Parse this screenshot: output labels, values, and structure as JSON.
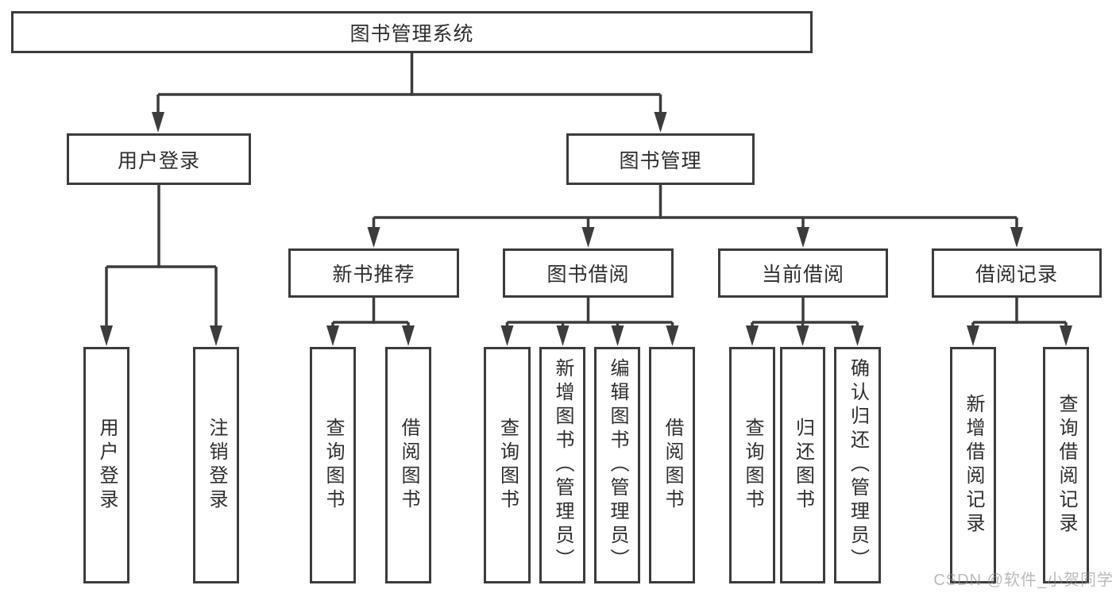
{
  "colors": {
    "line": "#3c3c3c",
    "box_border": "#3c3c3c",
    "text": "#2e2e2e",
    "background": "#ffffff",
    "watermark": "#8c8c8c"
  },
  "watermark": {
    "text": "CSDN @软件_小贺同学"
  },
  "nodes": {
    "root": "图书管理系统",
    "user_login": "用户登录",
    "book_mgmt": "图书管理",
    "new_books": "新书推荐",
    "book_borrow": "图书借阅",
    "current_borrow": "当前借阅",
    "borrow_records": "借阅记录",
    "leaves": {
      "user_login": [
        "用户登录",
        "注销登录"
      ],
      "new_books": [
        "查询图书",
        "借阅图书"
      ],
      "book_borrow": [
        "查询图书",
        "新增图书（管理员）",
        "编辑图书（管理员）",
        "借阅图书"
      ],
      "current_borrow": [
        "查询图书",
        "归还图书",
        "确认归还（管理员）"
      ],
      "borrow_records": [
        "新增借阅记录",
        "查询借阅记录"
      ]
    }
  }
}
